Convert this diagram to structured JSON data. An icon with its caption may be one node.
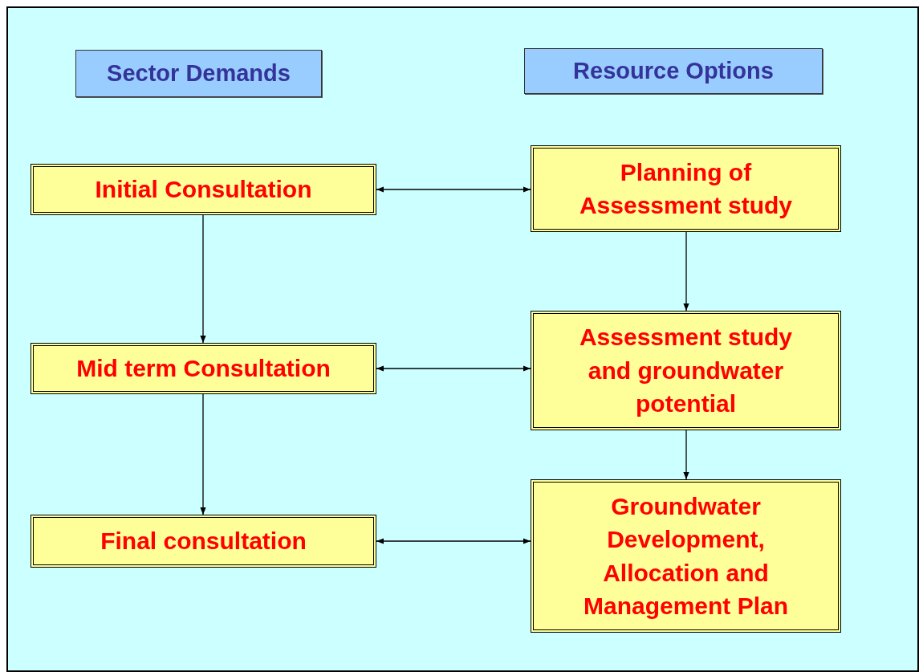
{
  "diagram": {
    "nodes": [
      {
        "text": [
          "Sector Demands"
        ]
      },
      {
        "text": [
          "Resource Options"
        ]
      },
      {
        "text": [
          "Initial Consultation"
        ]
      },
      {
        "text": [
          "Planning of Assessment study"
        ]
      },
      {
        "text": [
          "Mid term Consultation"
        ]
      },
      {
        "text": [
          "Assessment study and groundwater potential"
        ]
      },
      {
        "text": [
          "Final consultation"
        ]
      },
      {
        "text": [
          "Groundwater Development, Allocation and Management Plan"
        ]
      }
    ],
    "edges": [
      {
        "from": 2,
        "to": 3,
        "arrow": "both"
      },
      {
        "from": 4,
        "to": 5,
        "arrow": "both"
      },
      {
        "from": 6,
        "to": 7,
        "arrow": "both"
      },
      {
        "from": 2,
        "to": 4,
        "arrow": "to"
      },
      {
        "from": 4,
        "to": 6,
        "arrow": "to"
      },
      {
        "from": 3,
        "to": 5,
        "arrow": "to"
      },
      {
        "from": 5,
        "to": 7,
        "arrow": "to"
      }
    ]
  }
}
